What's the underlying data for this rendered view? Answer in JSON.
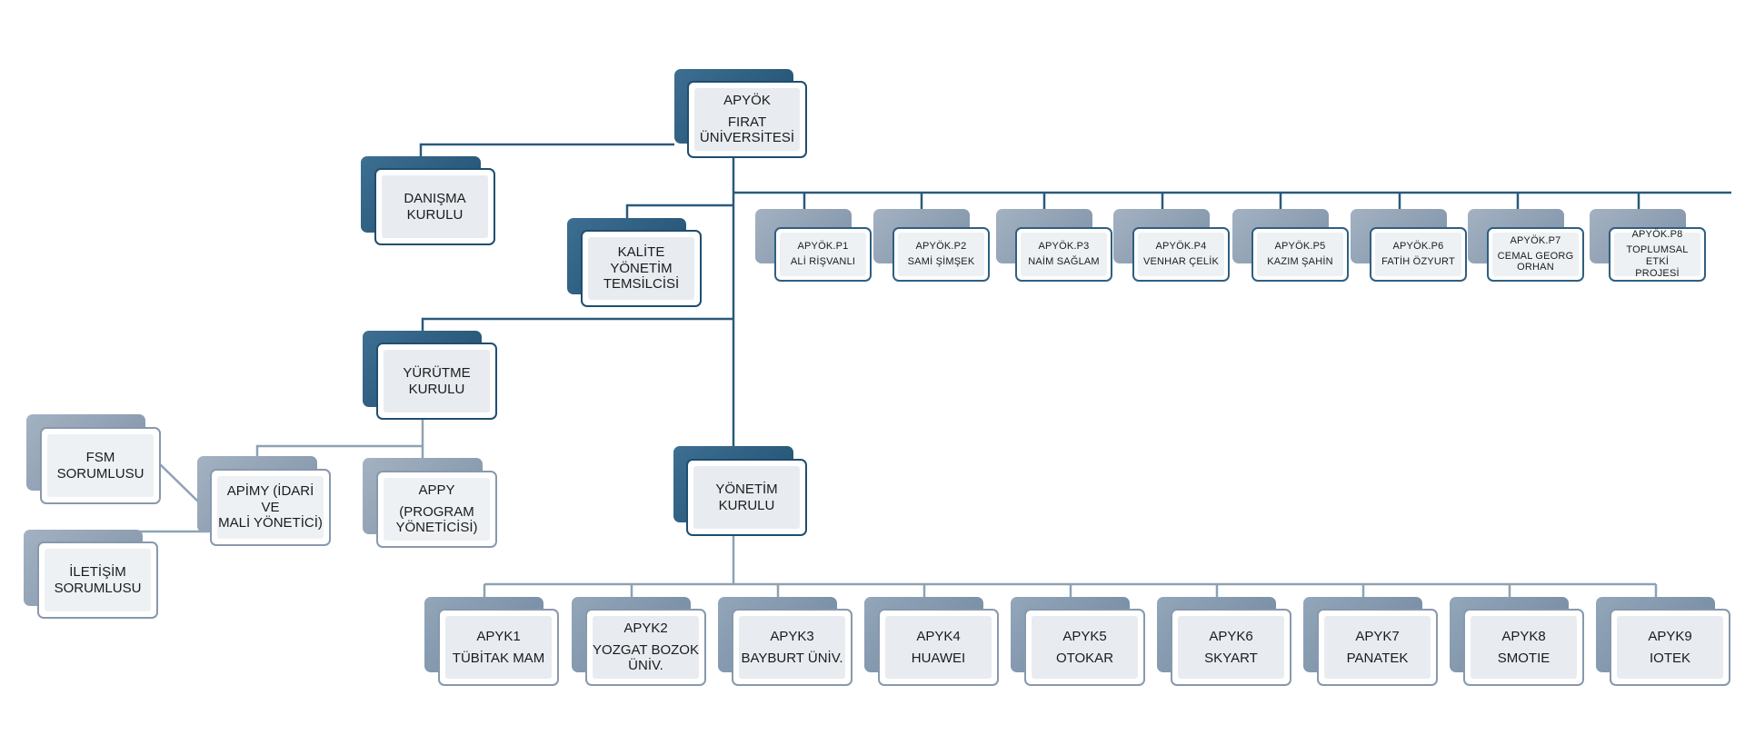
{
  "colors": {
    "line_dark": "#2a5a7c",
    "line_light": "#8fa1b3",
    "card_border_dark": "#1f4e70",
    "card_border_light": "#8899ac",
    "shadow_dark": "#2b5b7e",
    "shadow_light": "#8d9eb1",
    "inner_fill": "#e8ecf1"
  },
  "nodes": {
    "apyok": {
      "line1": "APYÖK",
      "line2": "FIRAT\nÜNİVERSİTESİ"
    },
    "danisma": {
      "line1": "DANIŞMA\nKURULU"
    },
    "kalite": {
      "line1": "KALİTE YÖNETİM\nTEMSİLCİSİ"
    },
    "yurutme": {
      "line1": "YÜRÜTME\nKURULU"
    },
    "yonetim": {
      "line1": "YÖNETİM\nKURULU"
    },
    "apimy": {
      "line1": "APİMY (İDARİ VE\nMALİ YÖNETİCİ)"
    },
    "appy": {
      "line1": "APPY",
      "line2": "(PROGRAM\nYÖNETİCİSİ)"
    },
    "fsm": {
      "line1": "FSM\nSORUMLUSU"
    },
    "iletisim": {
      "line1": "İLETİŞİM\nSORUMLUSU"
    }
  },
  "p_members": [
    {
      "code": "APYÖK.P1",
      "name": "ALİ RİŞVANLI"
    },
    {
      "code": "APYÖK.P2",
      "name": "SAMİ ŞİMŞEK"
    },
    {
      "code": "APYÖK.P3",
      "name": "NAİM SAĞLAM"
    },
    {
      "code": "APYÖK.P4",
      "name": "VENHAR ÇELİK"
    },
    {
      "code": "APYÖK.P5",
      "name": "KAZIM ŞAHİN"
    },
    {
      "code": "APYÖK.P6",
      "name": "FATİH ÖZYURT"
    },
    {
      "code": "APYÖK.P7",
      "name": "CEMAL GEORG\nORHAN"
    },
    {
      "code": "APYÖK.P8",
      "name": "TOPLUMSAL ETKİ\nPROJESİ"
    }
  ],
  "partners": [
    {
      "code": "APYK1",
      "name": "TÜBİTAK MAM"
    },
    {
      "code": "APYK2",
      "name": "YOZGAT BOZOK\nÜNİV."
    },
    {
      "code": "APYK3",
      "name": "BAYBURT ÜNİV."
    },
    {
      "code": "APYK4",
      "name": "HUAWEI"
    },
    {
      "code": "APYK5",
      "name": "OTOKAR"
    },
    {
      "code": "APYK6",
      "name": "SKYART"
    },
    {
      "code": "APYK7",
      "name": "PANATEK"
    },
    {
      "code": "APYK8",
      "name": "SMOTIE"
    },
    {
      "code": "APYK9",
      "name": "IOTEK"
    }
  ]
}
